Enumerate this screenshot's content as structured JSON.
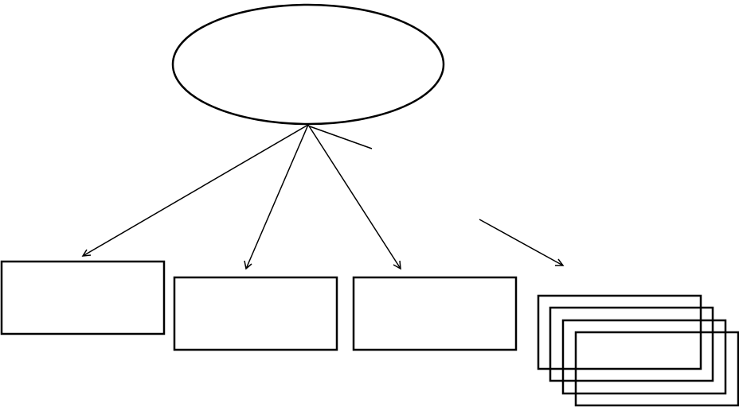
{
  "diagram": {
    "stroke_color": "#000000",
    "background_color": "#ffffff",
    "nodes": {
      "root": {
        "shape": "ellipse",
        "label": ""
      },
      "children": [
        {
          "id": "box-1",
          "shape": "rectangle",
          "label": ""
        },
        {
          "id": "box-2",
          "shape": "rectangle",
          "label": ""
        },
        {
          "id": "box-3",
          "shape": "rectangle",
          "label": ""
        },
        {
          "id": "stack",
          "shape": "stacked-rectangles",
          "layers": 4,
          "label": ""
        }
      ]
    },
    "connectors": [
      {
        "from": "root",
        "to": "box-1",
        "style": "open-arrow"
      },
      {
        "from": "root",
        "to": "box-2",
        "style": "open-arrow"
      },
      {
        "from": "root",
        "to": "box-3",
        "style": "open-arrow"
      },
      {
        "from": "root",
        "to": "stack",
        "style": "open-arrow-broken"
      }
    ]
  }
}
